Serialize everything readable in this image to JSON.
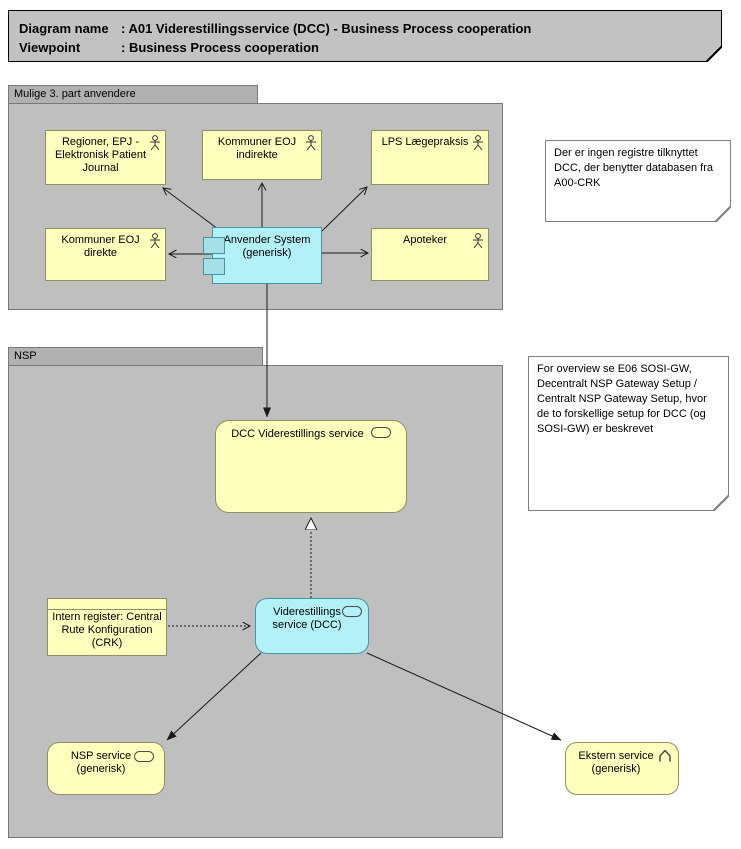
{
  "title": {
    "rows": [
      {
        "label": "Diagram name",
        "value": ": A01 Viderestillingsservice (DCC) - Business Process cooperation"
      },
      {
        "label": "Viewpoint",
        "value": ": Business Process cooperation"
      }
    ]
  },
  "groups": {
    "third_party": {
      "label": "Mulige 3. part anvendere"
    },
    "nsp": {
      "label": "NSP"
    }
  },
  "actors": {
    "regioner": {
      "label": "Regioner, EPJ - Elektronisk Patient Journal"
    },
    "kommuner_indirekte": {
      "label": "Kommuner EOJ indirekte"
    },
    "lps": {
      "label": "LPS Lægepraksis"
    },
    "kommuner_direkte": {
      "label": "Kommuner EOJ direkte"
    },
    "apoteker": {
      "label": "Apoteker"
    }
  },
  "components": {
    "anvender_system": {
      "label": "Anvender System (generisk)"
    }
  },
  "services": {
    "dcc_viderestillings": {
      "label": "DCC Viderestillings service"
    },
    "viderestillings_dcc": {
      "label": "Viderestillings service (DCC)"
    },
    "nsp_service": {
      "label": "NSP service (generisk)"
    },
    "ekstern_service": {
      "label": "Ekstern service (generisk)"
    }
  },
  "objects": {
    "intern_register": {
      "label": "Intern register: Central Rute Konfiguration (CRK)"
    }
  },
  "notes": {
    "note1": {
      "text": "Der er ingen registre tilknyttet DCC, der benytter databasen fra A00-CRK"
    },
    "note2": {
      "text": "For overview se E06 SOSI-GW, Decentralt NSP Gateway Setup / Centralt NSP Gateway Setup, hvor de to forskellige setup for DCC (og SOSI-GW) er beskrevet"
    }
  },
  "icons": {
    "actor": "stick-figure",
    "service": "stadium-outline",
    "ekstern": "chevron-up-outline",
    "component": "component-side-tabs"
  },
  "colors": {
    "group_fill": "#BFBFBF",
    "group_tab_fill": "#B1B1B1",
    "title_fill": "#C2C2C2",
    "element_yellow": "#FFFFBE",
    "element_cyan": "#B3F1F8",
    "note_fill": "#FFFFFF",
    "line": "#1A1A1A"
  }
}
